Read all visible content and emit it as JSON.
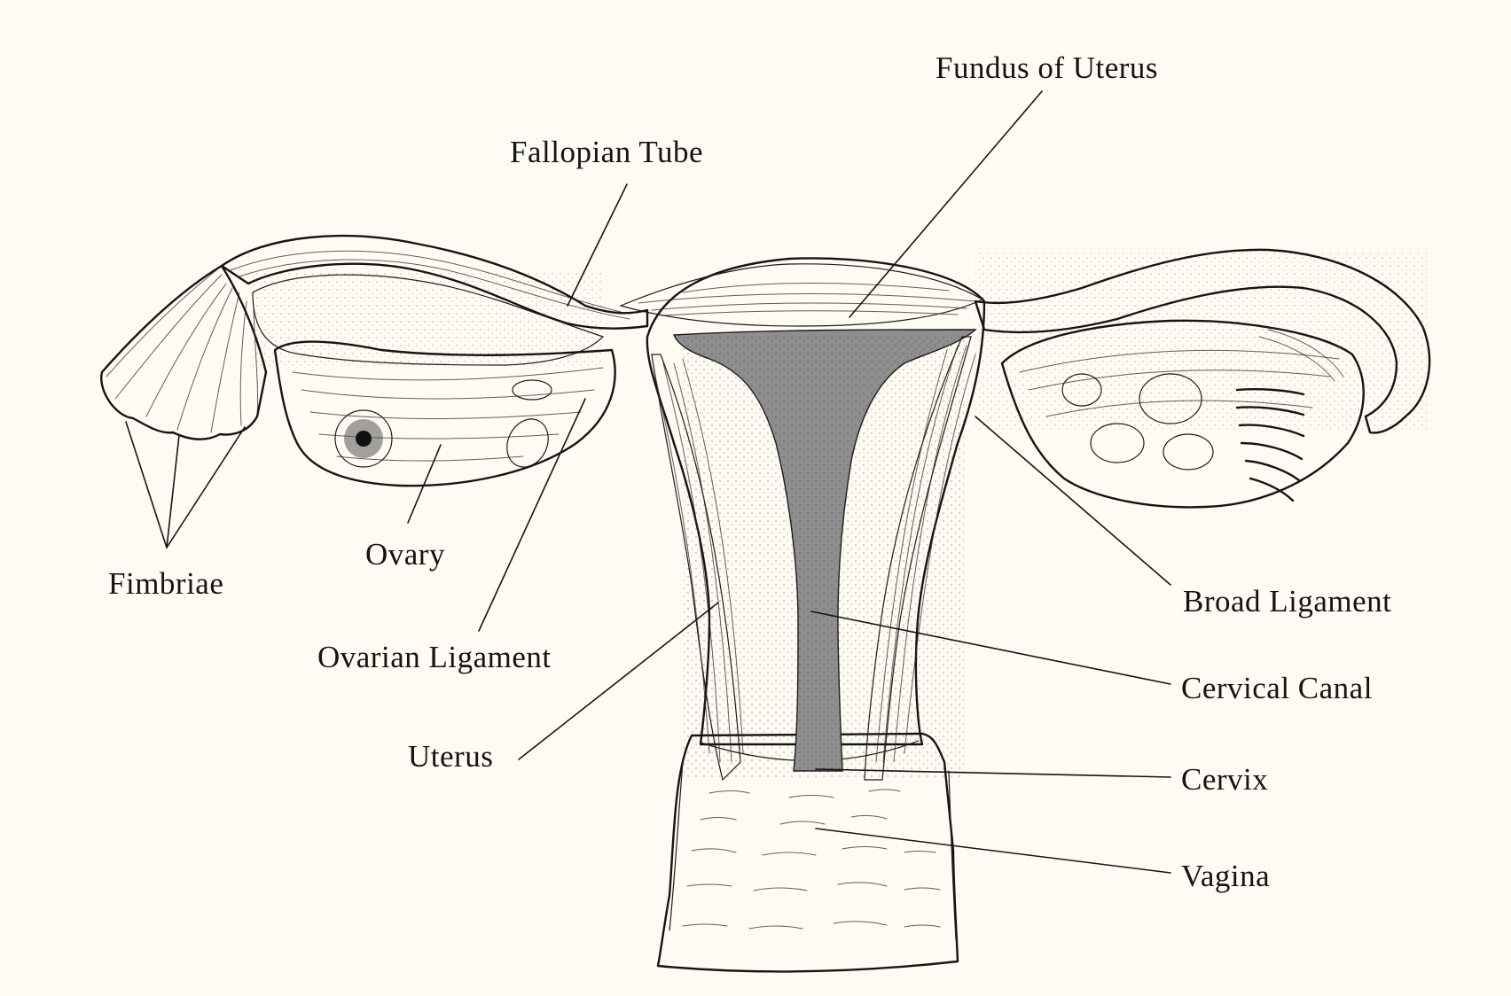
{
  "labels": {
    "fundus_of_uterus": "Fundus of Uterus",
    "fallopian_tube": "Fallopian Tube",
    "fimbriae": "Fimbriae",
    "ovary": "Ovary",
    "ovarian_ligament": "Ovarian Ligament",
    "uterus": "Uterus",
    "broad_ligament": "Broad Ligament",
    "cervical_canal": "Cervical Canal",
    "cervix": "Cervix",
    "vagina": "Vagina"
  },
  "colors": {
    "background": "#fdfbf3",
    "ink": "#141414",
    "cavity_gray": "#8e8e8e",
    "tissue": "#f4f1e6"
  }
}
